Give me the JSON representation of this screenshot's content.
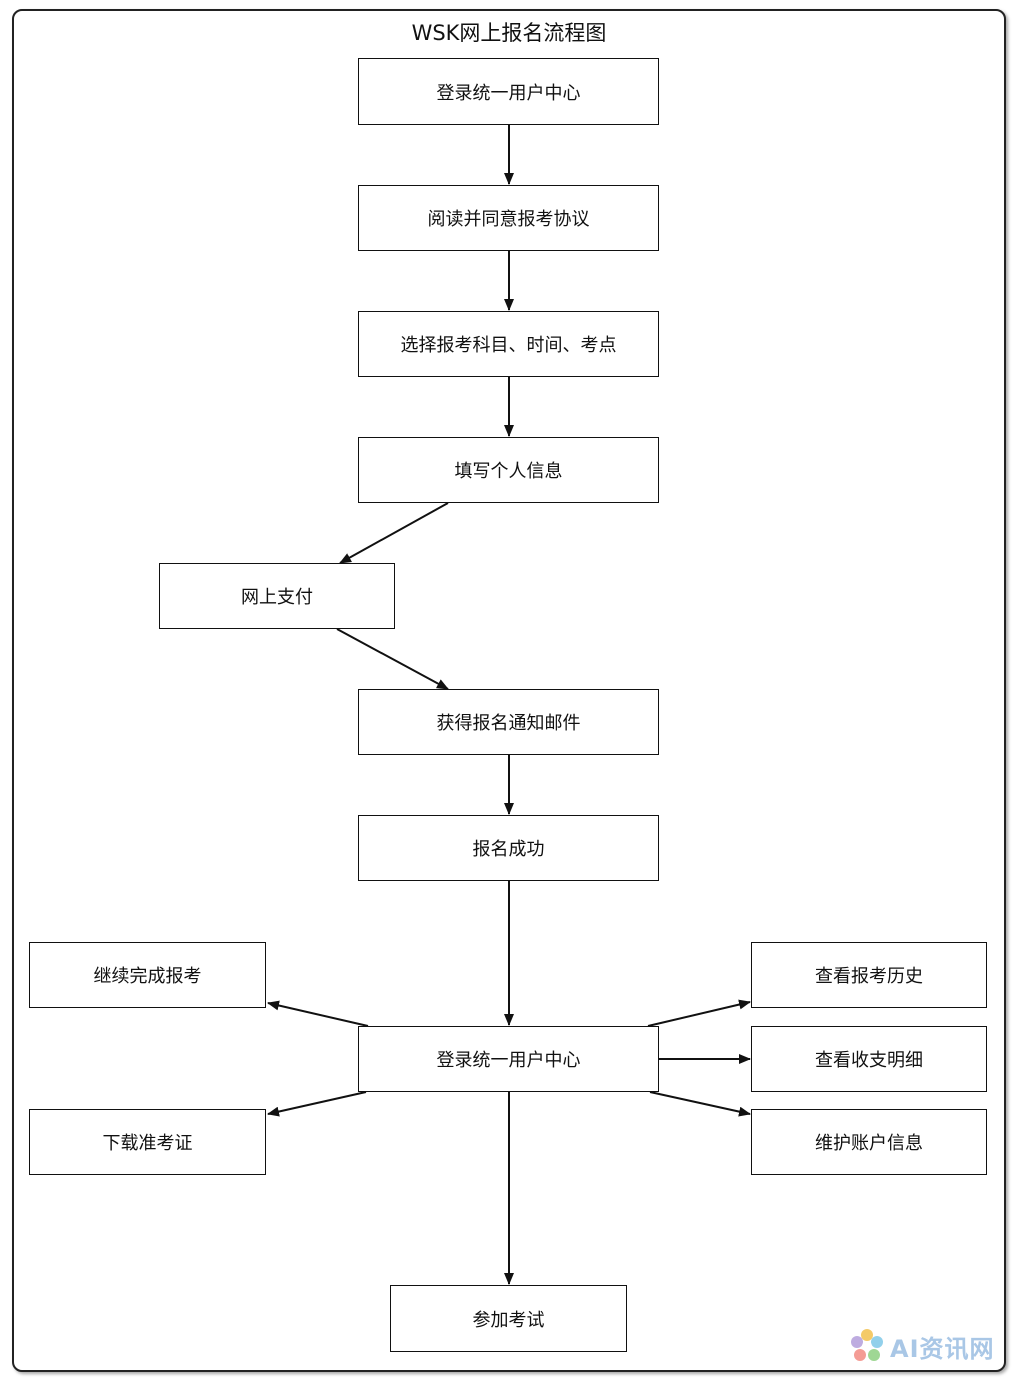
{
  "title": "WSK网上报名流程图",
  "steps": {
    "login1": "登录统一用户中心",
    "agree": "阅读并同意报考协议",
    "select": "选择报考科目、时间、考点",
    "fill": "填写个人信息",
    "pay": "网上支付",
    "email": "获得报名通知邮件",
    "success": "报名成功",
    "login2": "登录统一用户中心",
    "continue": "继续完成报考",
    "download": "下载准考证",
    "history": "查看报考历史",
    "payments": "查看收支明细",
    "account": "维护账户信息",
    "exam": "参加考试"
  },
  "watermark": {
    "text": "AI资讯网",
    "icon": "flower-logo-icon"
  },
  "colors": {
    "border": "#111111",
    "watermark": "#a9c7e6"
  }
}
